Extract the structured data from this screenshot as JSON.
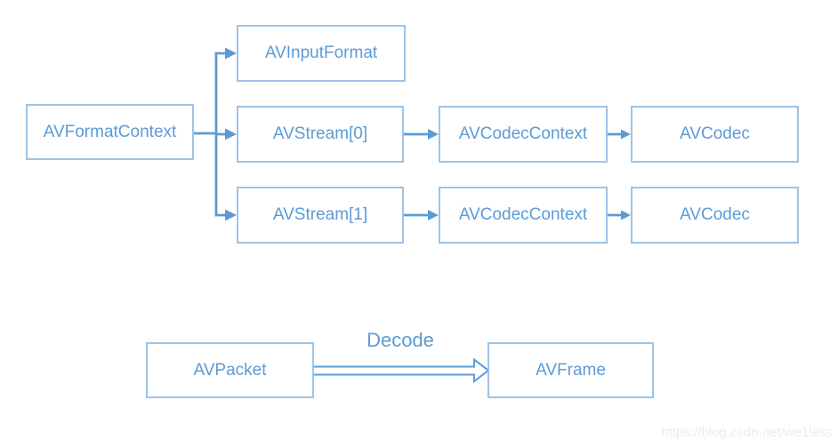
{
  "diagram": {
    "nodes": [
      {
        "id": "avformatcontext",
        "label": "AVFormatContext"
      },
      {
        "id": "avinputformat",
        "label": "AVInputFormat"
      },
      {
        "id": "avstream0",
        "label": "AVStream[0]"
      },
      {
        "id": "avcodeccontext-0",
        "label": "AVCodecContext"
      },
      {
        "id": "avcodec-0",
        "label": "AVCodec"
      },
      {
        "id": "avstream1",
        "label": "AVStream[1]"
      },
      {
        "id": "avcodeccontext-1",
        "label": "AVCodecContext"
      },
      {
        "id": "avcodec-1",
        "label": "AVCodec"
      },
      {
        "id": "avpacket",
        "label": "AVPacket"
      },
      {
        "id": "avframe",
        "label": "AVFrame"
      }
    ],
    "decode_edge_label": "Decode",
    "colors": {
      "box_border": "#9DC3E6",
      "box_text": "#5B9BD5",
      "arrow": "#5B9BD5",
      "watermark_text": "#ececec",
      "background": "#ffffff"
    }
  },
  "watermark": {
    "text": "https://blog.csdn.net/we1less"
  }
}
